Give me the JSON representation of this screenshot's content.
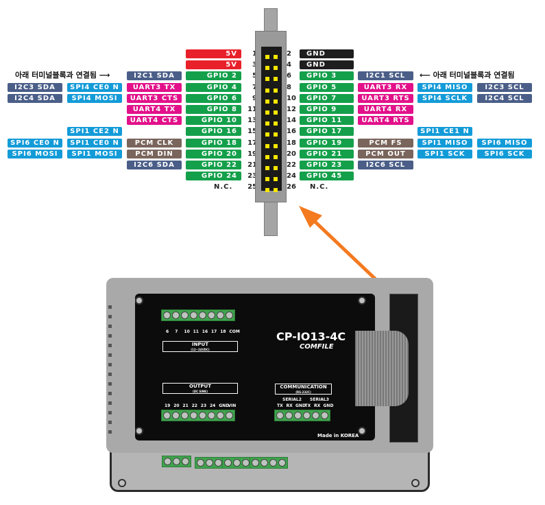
{
  "colors": {
    "power": "#e8202a",
    "gnd": "#1e1e1e",
    "gpio": "#14a04b",
    "i2c": "#4a5e88",
    "uart": "#e2118a",
    "spi": "#139bd8",
    "pcm": "#7a655c",
    "arrow": "#f47a20",
    "pin": "#f5e600"
  },
  "notes": {
    "left": "아래 터미널블록과 연결됨 ⟶",
    "right": "⟵ 아래 터미널블록과 연결됨"
  },
  "left_rows": [
    {
      "pin": "1",
      "labels": [
        {
          "t": "5V",
          "c": "power"
        }
      ]
    },
    {
      "pin": "3",
      "labels": [
        {
          "t": "5V",
          "c": "power"
        }
      ]
    },
    {
      "pin": "5",
      "labels": [
        {
          "t": "GPIO 2",
          "c": "gpio"
        },
        {
          "t": "I2C1 SDA",
          "c": "i2c"
        }
      ],
      "note": true
    },
    {
      "pin": "7",
      "labels": [
        {
          "t": "GPIO 4",
          "c": "gpio"
        },
        {
          "t": "UART3 TX",
          "c": "uart"
        },
        {
          "t": "SPI4 CE0 N",
          "c": "spi"
        },
        {
          "t": "I2C3 SDA",
          "c": "i2c"
        }
      ]
    },
    {
      "pin": "9",
      "labels": [
        {
          "t": "GPIO 6",
          "c": "gpio"
        },
        {
          "t": "UART3 CTS",
          "c": "uart"
        },
        {
          "t": "SPI4 MOSI",
          "c": "spi"
        },
        {
          "t": "I2C4 SDA",
          "c": "i2c"
        }
      ]
    },
    {
      "pin": "11",
      "labels": [
        {
          "t": "GPIO 8",
          "c": "gpio"
        },
        {
          "t": "UART4 TX",
          "c": "uart"
        }
      ]
    },
    {
      "pin": "13",
      "labels": [
        {
          "t": "GPIO 10",
          "c": "gpio"
        },
        {
          "t": "UART4 CTS",
          "c": "uart"
        }
      ]
    },
    {
      "pin": "15",
      "labels": [
        {
          "t": "GPIO 16",
          "c": "gpio"
        },
        null,
        {
          "t": "SPI1 CE2 N",
          "c": "spi"
        }
      ]
    },
    {
      "pin": "17",
      "labels": [
        {
          "t": "GPIO 18",
          "c": "gpio"
        },
        {
          "t": "PCM CLK",
          "c": "pcm"
        },
        {
          "t": "SPI1 CE0 N",
          "c": "spi"
        },
        {
          "t": "SPI6 CE0 N",
          "c": "spi"
        }
      ]
    },
    {
      "pin": "19",
      "labels": [
        {
          "t": "GPIO 20",
          "c": "gpio"
        },
        {
          "t": "PCM DIN",
          "c": "pcm"
        },
        {
          "t": "SPI1 MOSI",
          "c": "spi"
        },
        {
          "t": "SPI6 MOSI",
          "c": "spi"
        }
      ]
    },
    {
      "pin": "21",
      "labels": [
        {
          "t": "GPIO 22",
          "c": "gpio"
        },
        {
          "t": "I2C6 SDA",
          "c": "i2c"
        }
      ]
    },
    {
      "pin": "23",
      "labels": [
        {
          "t": "GPIO 24",
          "c": "gpio"
        }
      ]
    },
    {
      "pin": "25",
      "nc": "N.C.",
      "labels": []
    }
  ],
  "right_rows": [
    {
      "pin": "2",
      "labels": [
        {
          "t": "GND",
          "c": "gnd"
        }
      ]
    },
    {
      "pin": "4",
      "labels": [
        {
          "t": "GND",
          "c": "gnd"
        }
      ]
    },
    {
      "pin": "6",
      "labels": [
        {
          "t": "GPIO 3",
          "c": "gpio"
        },
        {
          "t": "I2C1 SCL",
          "c": "i2c"
        }
      ],
      "note": true
    },
    {
      "pin": "8",
      "labels": [
        {
          "t": "GPIO 5",
          "c": "gpio"
        },
        {
          "t": "UART3 RX",
          "c": "uart"
        },
        {
          "t": "SPI4 MISO",
          "c": "spi"
        },
        {
          "t": "I2C3 SCL",
          "c": "i2c"
        }
      ]
    },
    {
      "pin": "10",
      "labels": [
        {
          "t": "GPIO 7",
          "c": "gpio"
        },
        {
          "t": "UART3 RTS",
          "c": "uart"
        },
        {
          "t": "SPI4 SCLK",
          "c": "spi"
        },
        {
          "t": "I2C4 SCL",
          "c": "i2c"
        }
      ]
    },
    {
      "pin": "12",
      "labels": [
        {
          "t": "GPIO 9",
          "c": "gpio"
        },
        {
          "t": "UART4 RX",
          "c": "uart"
        }
      ]
    },
    {
      "pin": "14",
      "labels": [
        {
          "t": "GPIO 11",
          "c": "gpio"
        },
        {
          "t": "UART4 RTS",
          "c": "uart"
        }
      ]
    },
    {
      "pin": "16",
      "labels": [
        {
          "t": "GPIO 17",
          "c": "gpio"
        },
        null,
        {
          "t": "SPI1 CE1 N",
          "c": "spi"
        }
      ]
    },
    {
      "pin": "18",
      "labels": [
        {
          "t": "GPIO 19",
          "c": "gpio"
        },
        {
          "t": "PCM FS",
          "c": "pcm"
        },
        {
          "t": "SPI1 MISO",
          "c": "spi"
        },
        {
          "t": "SPI6 MISO",
          "c": "spi"
        }
      ]
    },
    {
      "pin": "20",
      "labels": [
        {
          "t": "GPIO 21",
          "c": "gpio"
        },
        {
          "t": "PCM OUT",
          "c": "pcm"
        },
        {
          "t": "SPI1 SCK",
          "c": "spi"
        },
        {
          "t": "SPI6 SCK",
          "c": "spi"
        }
      ]
    },
    {
      "pin": "22",
      "labels": [
        {
          "t": "GPIO 23",
          "c": "gpio"
        },
        {
          "t": "I2C6 SCL",
          "c": "i2c"
        }
      ]
    },
    {
      "pin": "24",
      "labels": [
        {
          "t": "GPIO 45",
          "c": "gpio"
        }
      ]
    },
    {
      "pin": "26",
      "nc": "N.C.",
      "labels": []
    }
  ],
  "board": {
    "model": "CP-IO13-4C",
    "brand": "COMFILE",
    "made_in": "Made in KOREA",
    "input_title": "INPUT",
    "input_sub": "(12~24VDC)",
    "output_title": "OUTPUT",
    "output_sub": "(DC SINK)",
    "comm_title": "COMMUNICATION",
    "comm_sub": "(RS-232C)",
    "input_terms": [
      "6",
      "7",
      "10",
      "11",
      "16",
      "17",
      "18",
      "COM"
    ],
    "output_terms": [
      "19",
      "20",
      "21",
      "22",
      "23",
      "24",
      "GND",
      "VIN"
    ],
    "serial2": "SERIAL2",
    "serial3": "SERIAL3",
    "comm_terms": [
      "TX",
      "RX",
      "GND",
      "TX",
      "RX",
      "GND"
    ]
  }
}
